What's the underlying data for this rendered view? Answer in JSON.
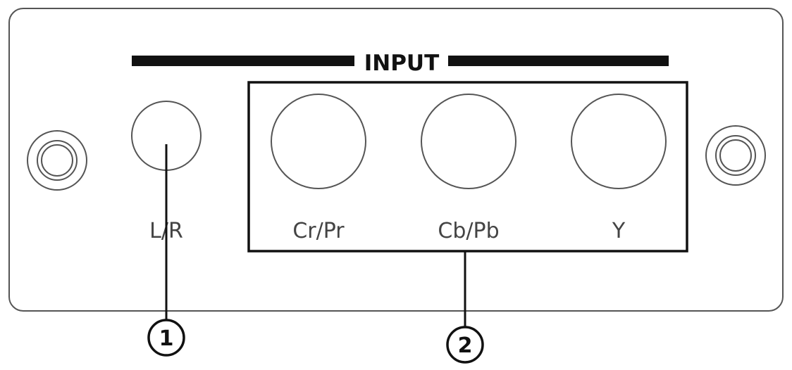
{
  "panel": {
    "title": "INPUT"
  },
  "ports": [
    {
      "id": "lr",
      "label": "L/R"
    },
    {
      "id": "crpr",
      "label": "Cr/Pr"
    },
    {
      "id": "cbpb",
      "label": "Cb/Pb"
    },
    {
      "id": "y",
      "label": "Y"
    }
  ],
  "callouts": [
    {
      "number": "1"
    },
    {
      "number": "2"
    }
  ],
  "colors": {
    "outline": "#555555",
    "ink": "#111111",
    "label": "#444444"
  }
}
